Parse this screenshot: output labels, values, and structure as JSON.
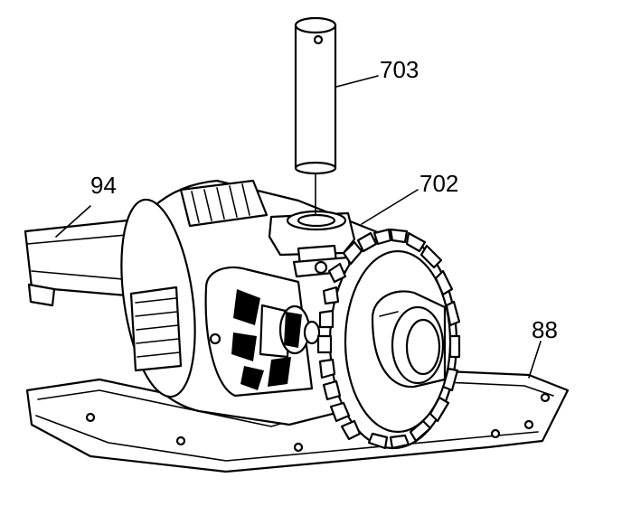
{
  "callouts": {
    "pin_tool": "703",
    "differential_case": "702",
    "axle_shaft": "94",
    "pan_gasket": "88"
  },
  "colors": {
    "ink": "#000000",
    "paper": "#ffffff"
  }
}
